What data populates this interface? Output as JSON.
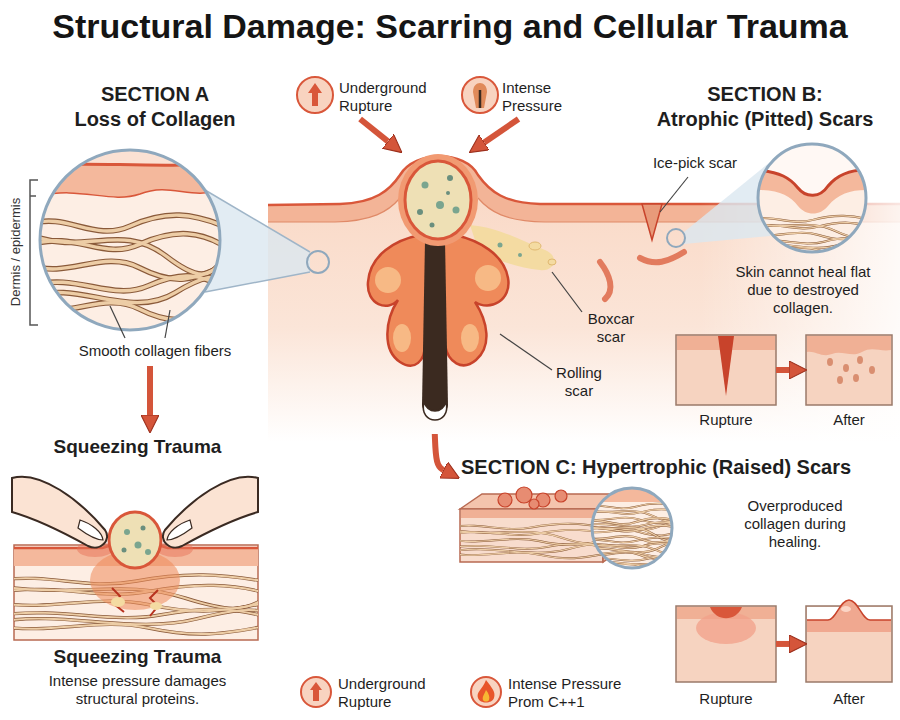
{
  "diagram": {
    "title": "Structural Damage: Scarring and Cellular Trauma",
    "nodes": [
      {
        "text": [
          "SECTION A",
          "Loss of Collagen",
          "Smooth collagen fibers"
        ]
      },
      {
        "text": [
          "Squeezing Trauma",
          "Squeezing Trauma",
          "Intense pressure damages structural proteins."
        ]
      },
      {
        "text": [
          "Underground Rupture"
        ]
      },
      {
        "text": [
          "Intense Pressure"
        ]
      },
      {
        "text": [
          "Ice-pick scar",
          "Boxcar scar",
          "Rolling scar"
        ]
      },
      {
        "text": [
          "SECTION B:",
          "Atrophic (Pitted) Scars",
          "Skin cannot heal flat due to destroyed collagen."
        ]
      },
      {
        "text": [
          "Rupture"
        ]
      },
      {
        "text": [
          "After"
        ]
      },
      {
        "text": [
          "SECTION C: Hypertrophic (Raised) Scars"
        ]
      },
      {
        "text": [
          "Overproduced collagen during healing."
        ]
      },
      {
        "text": [
          "Rupture"
        ]
      },
      {
        "text": [
          "After"
        ]
      },
      {
        "text": [
          "Underground Rupture"
        ]
      },
      {
        "text": [
          "Intense Pressure Prom C++1"
        ]
      }
    ],
    "edges": [
      {
        "from": 0,
        "to": 1,
        "arrow": "to"
      },
      {
        "from": 2,
        "to": 4,
        "arrow": "to"
      },
      {
        "from": 3,
        "to": 4,
        "arrow": "to"
      },
      {
        "from": 6,
        "to": 7,
        "arrow": "to"
      },
      {
        "from": 4,
        "to": 8,
        "arrow": "to"
      },
      {
        "from": 10,
        "to": 11,
        "arrow": "to"
      }
    ],
    "labels": [
      "Dermis / epidermis"
    ]
  }
}
